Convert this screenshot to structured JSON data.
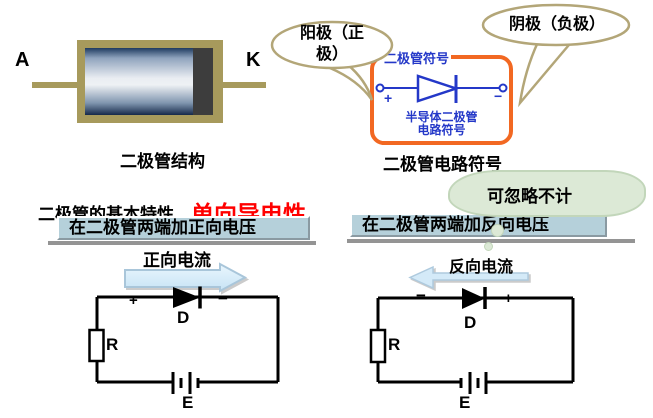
{
  "colors": {
    "casing_tan": "#A79A5C",
    "bubble_outline": "#B3A678",
    "symbol_orange": "#F26822",
    "symbol_blue": "#2438C8",
    "banner_blue": "#B5D0DA",
    "cloud_green": "#DCE9D6",
    "arrow_blue": "#D4EAF8",
    "highlight_red": "#FF0000"
  },
  "structure": {
    "anode": "A",
    "cathode": "K",
    "caption": "二极管结构"
  },
  "bubbles": {
    "anode": "阳极（正极）",
    "cathode": "阴极（负极）"
  },
  "symbol_box": {
    "title": "二极管符号",
    "plus": "+",
    "minus": "−",
    "sub_line1": "半导体二极管",
    "sub_line2": "电路符号",
    "caption": "二极管电路符号"
  },
  "heading": {
    "main": "二极管的基本特性",
    "highlight": "单向导电性"
  },
  "cloud": {
    "text": "可忽略不计"
  },
  "forward": {
    "banner": "在二极管两端加正向电压",
    "current": "正向电流",
    "plus": "+",
    "minus": "−",
    "diode": "D",
    "resistor": "R",
    "battery": "E"
  },
  "reverse": {
    "banner": "在二极管两端加反向电压",
    "current": "反向电流",
    "plus": "+",
    "minus": "−",
    "diode": "D",
    "resistor": "R",
    "battery": "E"
  }
}
